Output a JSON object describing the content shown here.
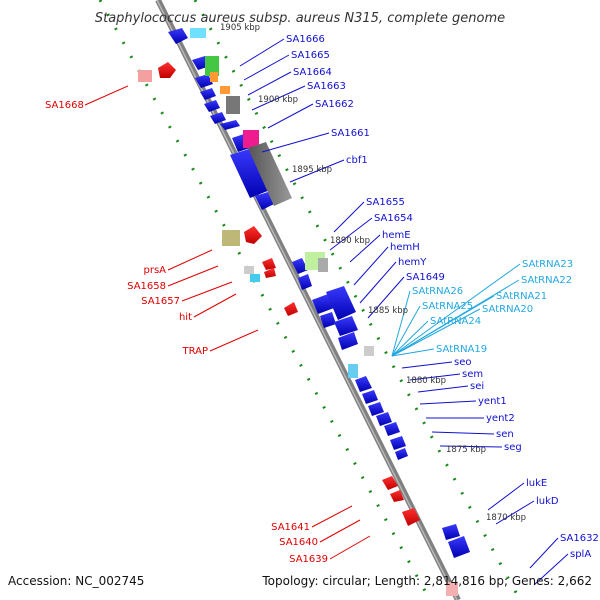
{
  "title": "Staphylococcus aureus subsp. aureus N315, complete genome",
  "footer": {
    "accession": "Accession: NC_002745",
    "summary": "Topology: circular; Length: 2,814,816 bp; Genes: 2,662"
  },
  "colors": {
    "blue_label": "#1010d0",
    "red_label": "#e00000",
    "cyan_label": "#22a8e0",
    "backbone": "#888888",
    "gc_dots": "#1a8a1a"
  },
  "kbp_markers": [
    "1905 kbp",
    "1900 kbp",
    "1895 kbp",
    "1890 kbp",
    "1885 kbp",
    "1880 kbp",
    "1875 kbp",
    "1870 kbp"
  ],
  "labels_blue": [
    "SA1666",
    "SA1665",
    "SA1664",
    "SA1663",
    "SA1662",
    "SA1661",
    "cbf1",
    "SA1655",
    "SA1654",
    "hemE",
    "hemH",
    "hemY",
    "SA1649",
    "seo",
    "sem",
    "sei",
    "yent1",
    "yent2",
    "sen",
    "seg",
    "lukE",
    "lukD",
    "SA1632",
    "splA"
  ],
  "labels_cyan": [
    "SAtRNA23",
    "SAtRNA22",
    "SAtRNA26",
    "SAtRNA21",
    "SAtRNA25",
    "SAtRNA20",
    "SAtRNA24",
    "SAtRNA19"
  ],
  "labels_red": [
    "SA1668",
    "prsA",
    "SA1658",
    "SA1657",
    "hit",
    "TRAP",
    "SA1641",
    "SA1640",
    "SA1639"
  ]
}
